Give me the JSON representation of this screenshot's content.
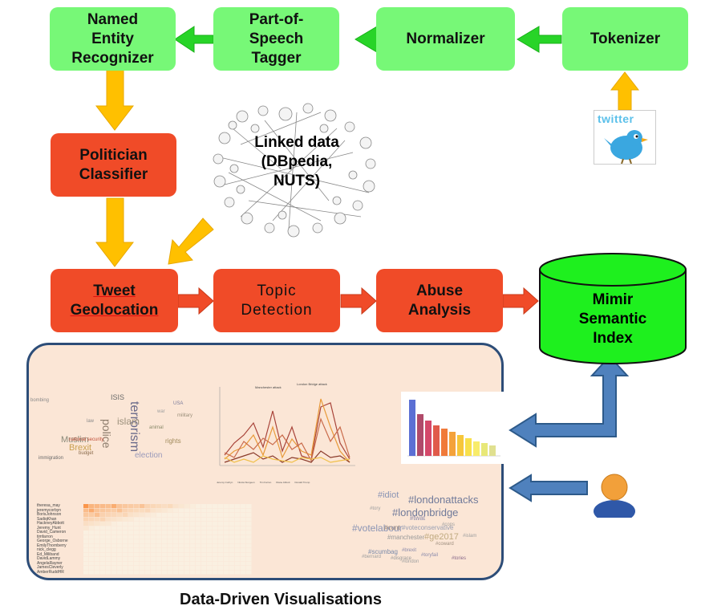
{
  "pipeline": {
    "tokenizer": "Tokenizer",
    "normalizer": "Normalizer",
    "pos_tagger": "Part-of-Speech Tagger",
    "ner": "Named Entity Recognizer",
    "politician_classifier": "Politician Classifier",
    "tweet_geolocation": "Tweet Geolocation",
    "topic_detection": "Topic Detection",
    "abuse_analysis": "Abuse Analysis"
  },
  "index": {
    "label": "Mimir Semantic Index"
  },
  "linked_data": {
    "label": "Linked data (DBpedia, NUTS)"
  },
  "twitter": {
    "logo_text": "twitter"
  },
  "visualisations": {
    "caption": "Data-Driven Visualisations",
    "wordcloud_terms": [
      "terrorism",
      "police",
      "islam",
      "ISIS",
      "Muslim",
      "Brexit",
      "election",
      "rights",
      "immigration",
      "national security",
      "budget",
      "animal",
      "USA",
      "bombing",
      "law",
      "military",
      "war"
    ],
    "line_chart": {
      "annotations": [
        "Manchester attack",
        "London Bridge attack"
      ],
      "legend": [
        "Jeremy Corbyn",
        "Nicola Sturgeon",
        "Tim Farron",
        "Diane Abbott",
        "Donald Trump"
      ]
    },
    "heatmap_names": [
      "theresa_may",
      "jeremycorbyn",
      "BorisJohnson",
      "SadiqKhan",
      "HackneyAbbott",
      "Jeremy_Hunt",
      "David_Cameron",
      "timfarron",
      "George_Osborne",
      "EmilyThornberry",
      "nick_clegg",
      "Ed_Miliband",
      "DavidLammy",
      "AngelaRayner",
      "JamesCleverly",
      "AmberRuddHR"
    ],
    "hashtags": [
      "#idiot",
      "#londonattacks",
      "#londonbridge",
      "#votelabour",
      "#voteconservative",
      "#ge2017",
      "#manchester",
      "#twat",
      "#scumbag",
      "#cunt",
      "#tories",
      "#coward",
      "#tory",
      "#islam",
      "#disgrace",
      "#brexit",
      "#london",
      "#toryfail",
      "#bernard",
      "#cops"
    ]
  },
  "colors": {
    "green_box": "#77f877",
    "red_box": "#f04b28",
    "green_arrow": "#28d428",
    "orange_arrow": "#ffc000",
    "blue_arrow": "#4f81bd",
    "db_green": "#1ef01e",
    "panel_bg": "#fbe6d6",
    "panel_border": "#2d4d78"
  },
  "icons": [
    "twitter-bird-icon",
    "user-icon",
    "database-icon",
    "linked-data-graph-icon"
  ]
}
